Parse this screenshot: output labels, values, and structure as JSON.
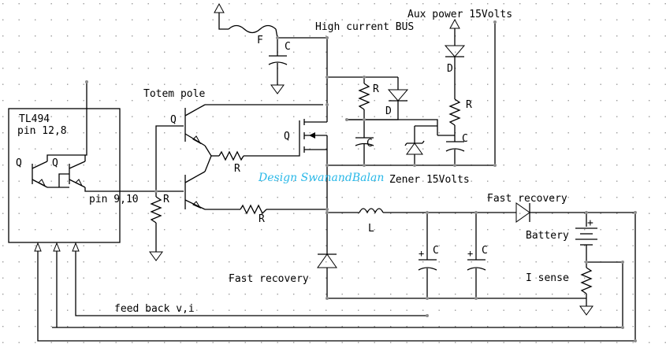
{
  "labels": {
    "ic_name": "TL494",
    "ic_pins": "pin 12,8",
    "q_ic_left": "Q",
    "q_ic_right": "Q",
    "pin_9_10": "pin 9,10",
    "r_base": "R",
    "totem_pole": "Totem pole",
    "q_totem": "Q",
    "r_totem_upper": "R",
    "r_totem_lower": "R",
    "fuse": "F",
    "c_top": "C",
    "high_current_bus": "High current BUS",
    "aux_power": "Aux power 15Volts",
    "d_aux": "D",
    "r_aux": "R",
    "c_aux": "C",
    "r_mid": "R",
    "d_mid": "D",
    "c_mid": "C",
    "q_mosfet": "Q",
    "zener": "Zener 15Volts",
    "watermark": "Design SwanandBalan",
    "inductor": "L",
    "fast_recovery_top": "Fast recovery",
    "battery": "Battery",
    "battery_plus": "+",
    "c_out_1": "C",
    "c_out_2": "C",
    "fast_recovery_bottom": "Fast recovery",
    "i_sense": "I sense",
    "feedback": "feed back v,i"
  }
}
